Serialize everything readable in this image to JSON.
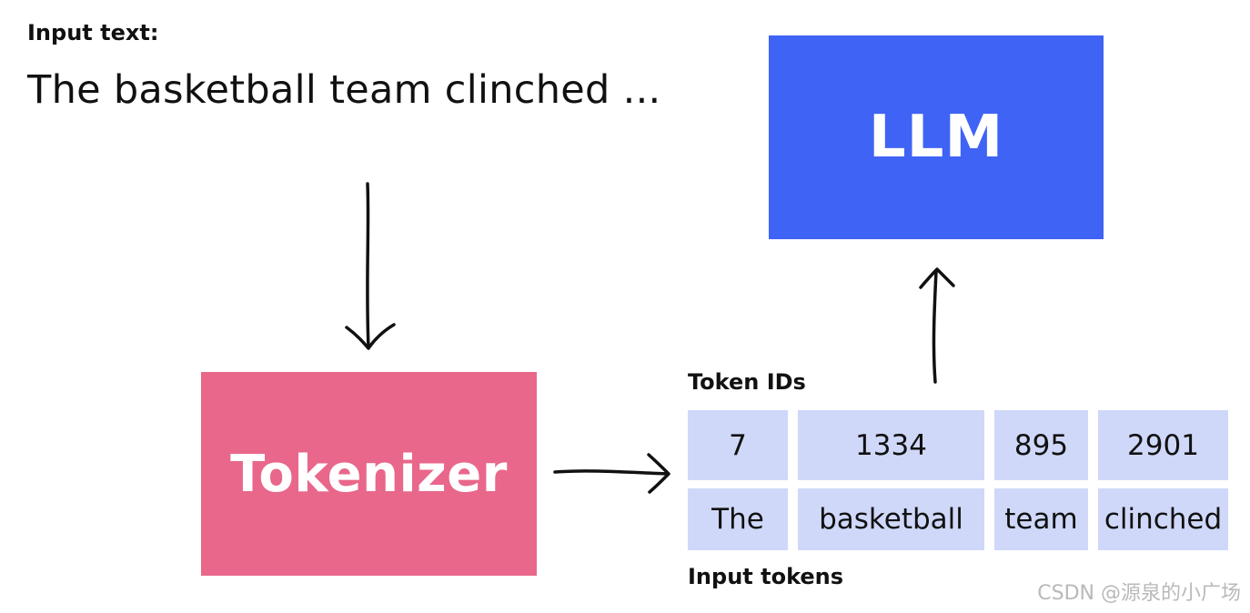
{
  "input": {
    "label": "Input text:",
    "text": "The basketball team clinched ..."
  },
  "llm": {
    "label": "LLM",
    "color": "#3f63f5"
  },
  "tokenizer": {
    "label": "Tokenizer",
    "color": "#e8678a"
  },
  "table": {
    "ids_label": "Token IDs",
    "tokens_label": "Input tokens",
    "cell_color": "#cfd8f9",
    "columns": [
      {
        "id": "7",
        "token": "The"
      },
      {
        "id": "1334",
        "token": "basketball"
      },
      {
        "id": "895",
        "token": "team"
      },
      {
        "id": "2901",
        "token": "clinched"
      }
    ]
  },
  "watermark": "CSDN @源泉的小广场"
}
